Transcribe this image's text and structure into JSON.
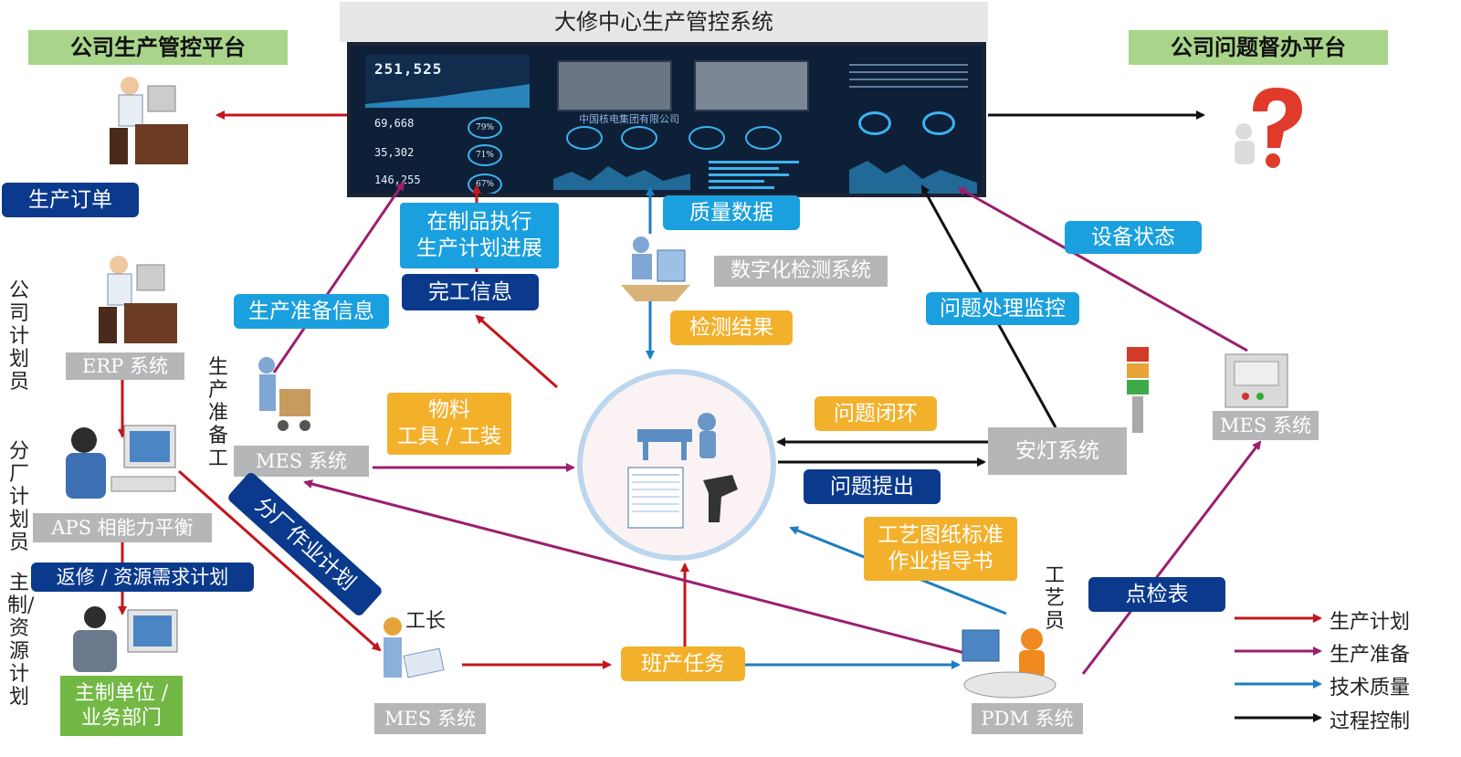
{
  "colors": {
    "red": "#c4161c",
    "purple": "#9b1f6e",
    "blue": "#1c7ec2",
    "black": "#111111",
    "navy": "#0b3a8c",
    "cyan": "#1aa0de",
    "orange": "#f3b02b",
    "grey": "#b5b6b8",
    "green": "#73b845"
  },
  "center_title": "大修中心生产管控系统",
  "left_header": "公司生产管控平台",
  "right_header": "公司问题督办平台",
  "dashboard": {
    "big_number": "251,525",
    "stat1": "69,668",
    "stat2": "35,302",
    "stat3": "146,255",
    "gauge1": "79%",
    "gauge2": "71%",
    "gauge3": "67%",
    "company": "中国核电集团有限公司"
  },
  "labels": {
    "production_order": "生产订单",
    "wip_line1": "在制品执行",
    "wip_line2": "生产计划进展",
    "completion_info": "完工信息",
    "quality_data": "质量数据",
    "digital_inspection": "数字化检测系统",
    "inspection_result": "检测结果",
    "equipment_status": "设备状态",
    "issue_monitoring": "问题处理监控",
    "prep_info": "生产准备信息",
    "material_line1": "物料",
    "material_line2": "工具 / 工装",
    "issue_closed": "问题闭环",
    "issue_raised": "问题提出",
    "andon": "安灯系统",
    "mes_right": "MES 系统",
    "mes_left": "MES 系统",
    "mes_bottom": "MES 系统",
    "erp": "ERP 系统",
    "aps": "APS 相能力平衡",
    "repair_plan": "返修 / 资源需求计划",
    "branch_plan": "分厂作业计划",
    "dept_line1": "主制单位 /",
    "dept_line2": "业务部门",
    "shift_task": "班产任务",
    "process_line1": "工艺图纸标准",
    "process_line2": "作业指导书",
    "checklist": "点检表",
    "pdm": "PDM 系统",
    "foreman": "工长"
  },
  "vertical_roles": {
    "company_planner": "公司计划员",
    "branch_planner": "分厂计划员",
    "main_resource_planner": "主制/资源计划",
    "prep_worker": "生产准备工",
    "process_engineer": "工艺员"
  },
  "legend": [
    {
      "label": "生产计划",
      "color": "#c4161c"
    },
    {
      "label": "生产准备",
      "color": "#9b1f6e"
    },
    {
      "label": "技术质量",
      "color": "#1c7ec2"
    },
    {
      "label": "过程控制",
      "color": "#111111"
    }
  ]
}
